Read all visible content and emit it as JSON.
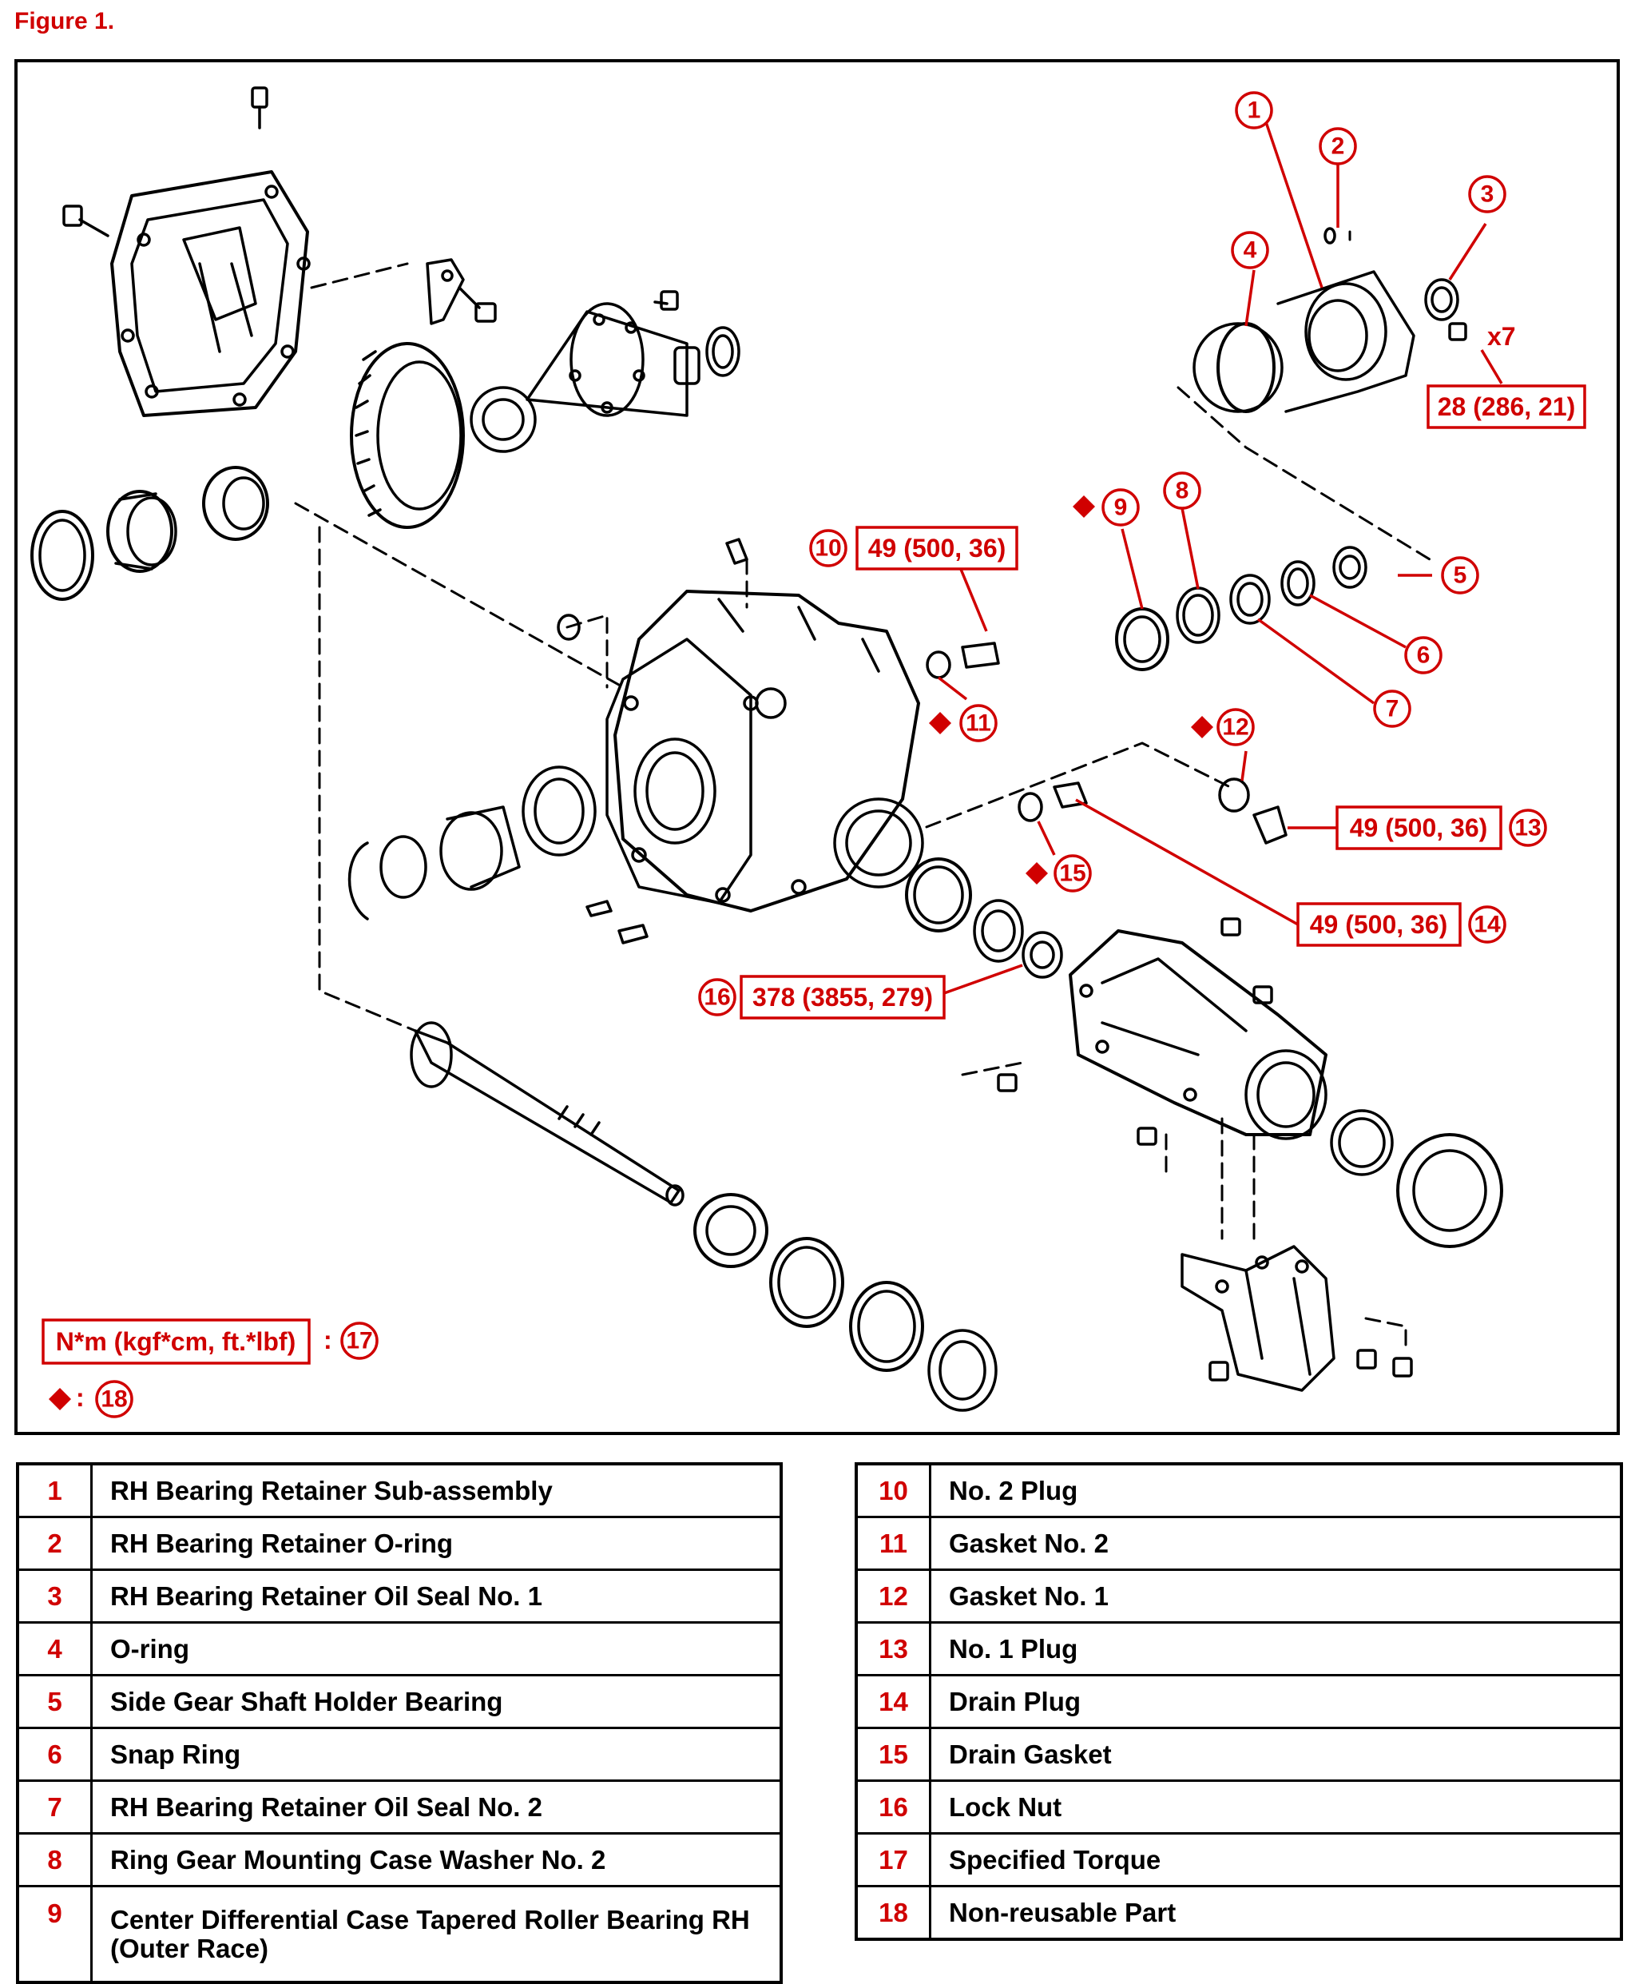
{
  "figure_title": "Figure 1.",
  "colors": {
    "accent": "#d00000",
    "line": "#000000",
    "background": "#ffffff"
  },
  "callouts": [
    "1",
    "2",
    "3",
    "4",
    "5",
    "6",
    "7",
    "8",
    "9",
    "10",
    "11",
    "12",
    "13",
    "14",
    "15",
    "16",
    "17",
    "18"
  ],
  "multiplier": "x7",
  "torques": {
    "t1": "28 (286, 21)",
    "t10": "49 (500, 36)",
    "t13": "49 (500, 36)",
    "t14": "49 (500, 36)",
    "t16": "378 (3855, 279)"
  },
  "legend": {
    "torque_unit": "N*m (kgf*cm, ft.*lbf)",
    "torque_sep": ":",
    "nonreusable_sep": ":",
    "torque_ref": "17",
    "nonreusable_ref": "18",
    "nonreusable_icon": "diamond-icon"
  },
  "parts_left": [
    {
      "num": "1",
      "name": "RH Bearing Retainer Sub-assembly"
    },
    {
      "num": "2",
      "name": "RH Bearing Retainer O-ring"
    },
    {
      "num": "3",
      "name": "RH Bearing Retainer Oil Seal No. 1"
    },
    {
      "num": "4",
      "name": "O-ring"
    },
    {
      "num": "5",
      "name": "Side Gear Shaft Holder Bearing"
    },
    {
      "num": "6",
      "name": "Snap Ring"
    },
    {
      "num": "7",
      "name": "RH Bearing Retainer Oil Seal No. 2"
    },
    {
      "num": "8",
      "name": "Ring Gear Mounting Case Washer No. 2"
    },
    {
      "num": "9",
      "name": "Center Differential Case Tapered Roller Bearing RH (Outer Race)"
    }
  ],
  "parts_right": [
    {
      "num": "10",
      "name": "No. 2 Plug"
    },
    {
      "num": "11",
      "name": "Gasket No. 2"
    },
    {
      "num": "12",
      "name": "Gasket No. 1"
    },
    {
      "num": "13",
      "name": "No. 1 Plug"
    },
    {
      "num": "14",
      "name": "Drain Plug"
    },
    {
      "num": "15",
      "name": "Drain Gasket"
    },
    {
      "num": "16",
      "name": "Lock Nut"
    },
    {
      "num": "17",
      "name": "Specified Torque"
    },
    {
      "num": "18",
      "name": "Non-reusable Part"
    }
  ]
}
